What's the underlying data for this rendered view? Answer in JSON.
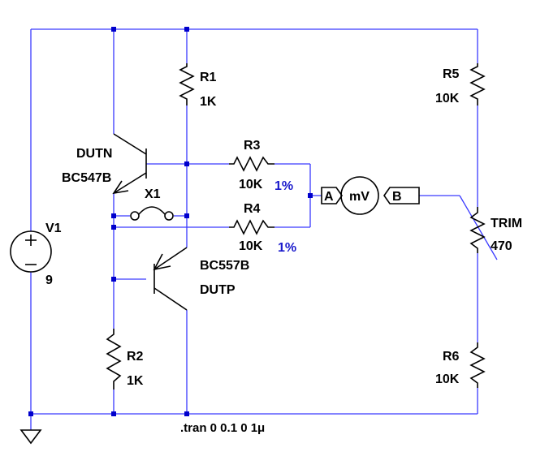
{
  "colors": {
    "wire": "#3a3aff",
    "component": "#000000",
    "junction": "#0000cc",
    "annotation": "#1a1acc",
    "background": "#ffffff"
  },
  "components": {
    "v1": {
      "ref": "V1",
      "value": "9"
    },
    "r1": {
      "ref": "R1",
      "value": "1K"
    },
    "r2": {
      "ref": "R2",
      "value": "1K"
    },
    "r3": {
      "ref": "R3",
      "value": "10K",
      "tolerance": "1%"
    },
    "r4": {
      "ref": "R4",
      "value": "10K",
      "tolerance": "1%"
    },
    "r5": {
      "ref": "R5",
      "value": "10K"
    },
    "r6": {
      "ref": "R6",
      "value": "10K"
    },
    "trim": {
      "ref": "TRIM",
      "value": "470"
    },
    "x1": {
      "ref": "X1"
    },
    "q_npn": {
      "ref": "DUTN",
      "value": "BC547B"
    },
    "q_pnp": {
      "ref": "DUTP",
      "value": "BC557B"
    },
    "meter": {
      "label": "mV",
      "port_a": "A",
      "port_b": "B"
    }
  },
  "directive": ".tran 0 0.1 0 1μ"
}
